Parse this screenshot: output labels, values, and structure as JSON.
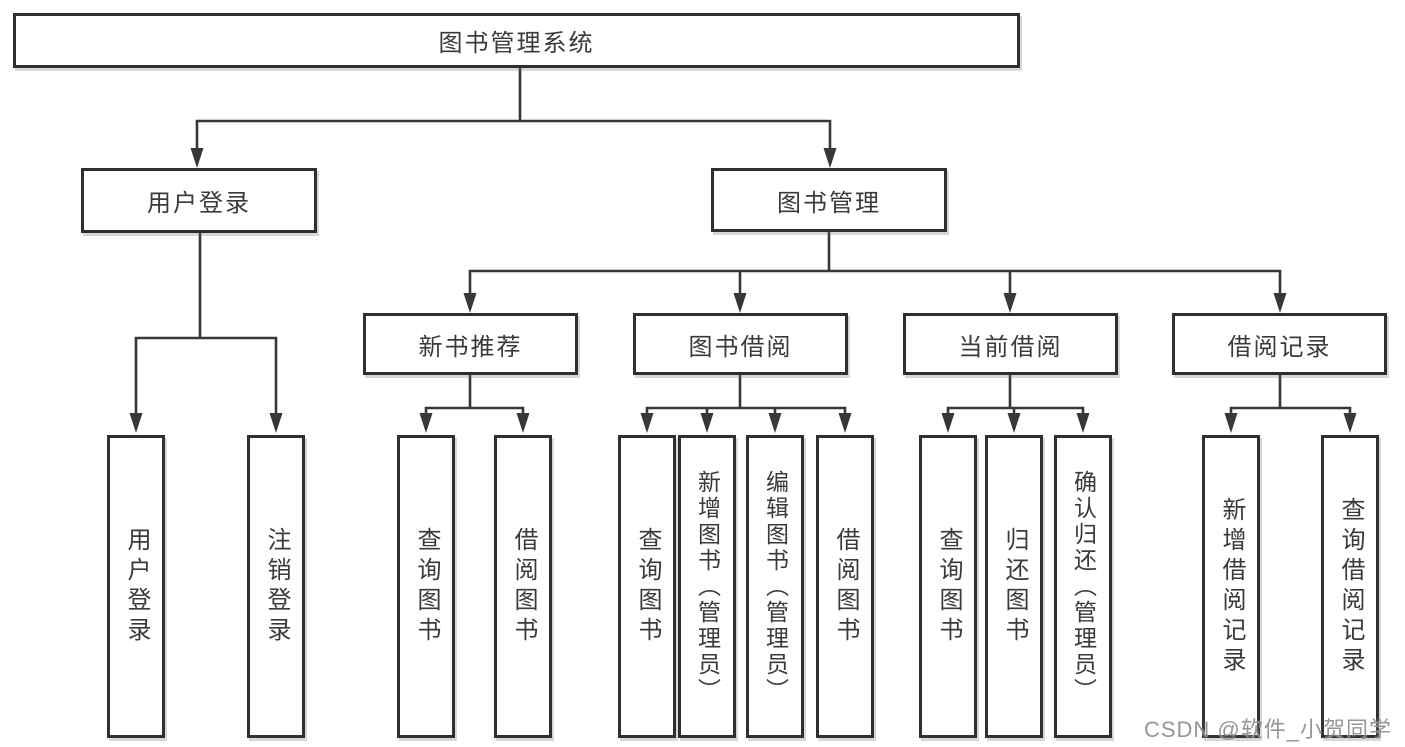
{
  "title": "图书管理系统",
  "watermark": {
    "text": "CSDN @软件_小贺同学"
  },
  "colors": {
    "line": "#373737",
    "border": "#2f2f2f",
    "text": "#3a3a3a",
    "watermark": "#878787",
    "background": "#ffffff"
  },
  "tree": {
    "root": {
      "label": "图书管理系统",
      "children": [
        {
          "label": "用户登录",
          "children": [
            {
              "label": "用户登录"
            },
            {
              "label": "注销登录"
            }
          ]
        },
        {
          "label": "图书管理",
          "children": [
            {
              "label": "新书推荐",
              "children": [
                {
                  "label": "查询图书"
                },
                {
                  "label": "借阅图书"
                }
              ]
            },
            {
              "label": "图书借阅",
              "children": [
                {
                  "label": "查询图书"
                },
                {
                  "label": "新增图书（管理员）"
                },
                {
                  "label": "编辑图书（管理员）"
                },
                {
                  "label": "借阅图书"
                }
              ]
            },
            {
              "label": "当前借阅",
              "children": [
                {
                  "label": "查询图书"
                },
                {
                  "label": "归还图书"
                },
                {
                  "label": "确认归还（管理员）"
                }
              ]
            },
            {
              "label": "借阅记录",
              "children": [
                {
                  "label": "新增借阅记录"
                },
                {
                  "label": "查询借阅记录"
                }
              ]
            }
          ]
        }
      ]
    }
  }
}
